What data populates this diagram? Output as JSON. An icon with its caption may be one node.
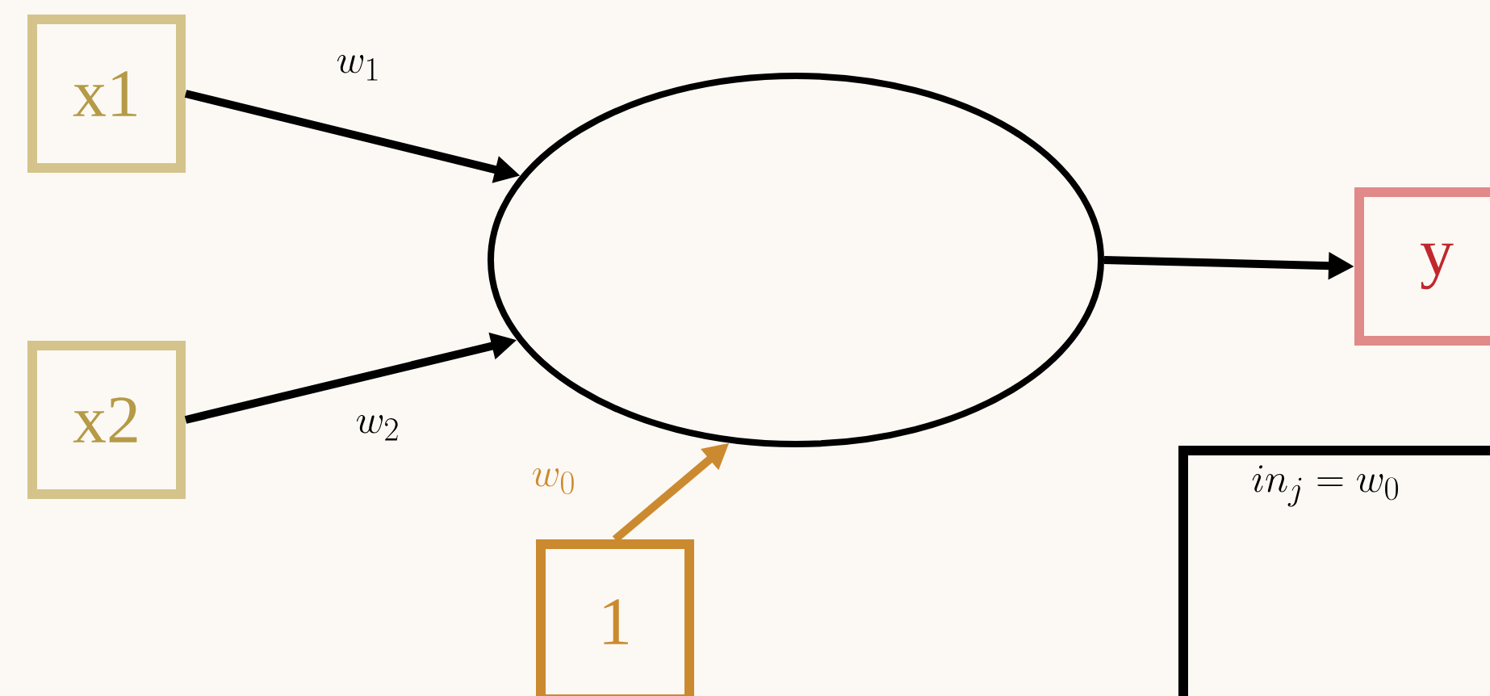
{
  "diagram": {
    "nodes": [
      {
        "text": [
          "x1"
        ]
      },
      {
        "text": [
          "x2"
        ]
      },
      {
        "text": [],
        "shape": "ellipse"
      },
      {
        "text": [
          "1"
        ]
      },
      {
        "text": [
          "y"
        ]
      },
      {
        "text": [
          "in_j = w_0"
        ]
      }
    ],
    "edges": [
      {
        "from": 0,
        "to": 2,
        "arrow": "to",
        "label": "w_1"
      },
      {
        "from": 1,
        "to": 2,
        "arrow": "to",
        "label": "w_2"
      },
      {
        "from": 3,
        "to": 2,
        "arrow": "to",
        "label": "w_0",
        "color": "#cc8a30"
      },
      {
        "from": 2,
        "to": 4,
        "arrow": "to"
      }
    ]
  }
}
